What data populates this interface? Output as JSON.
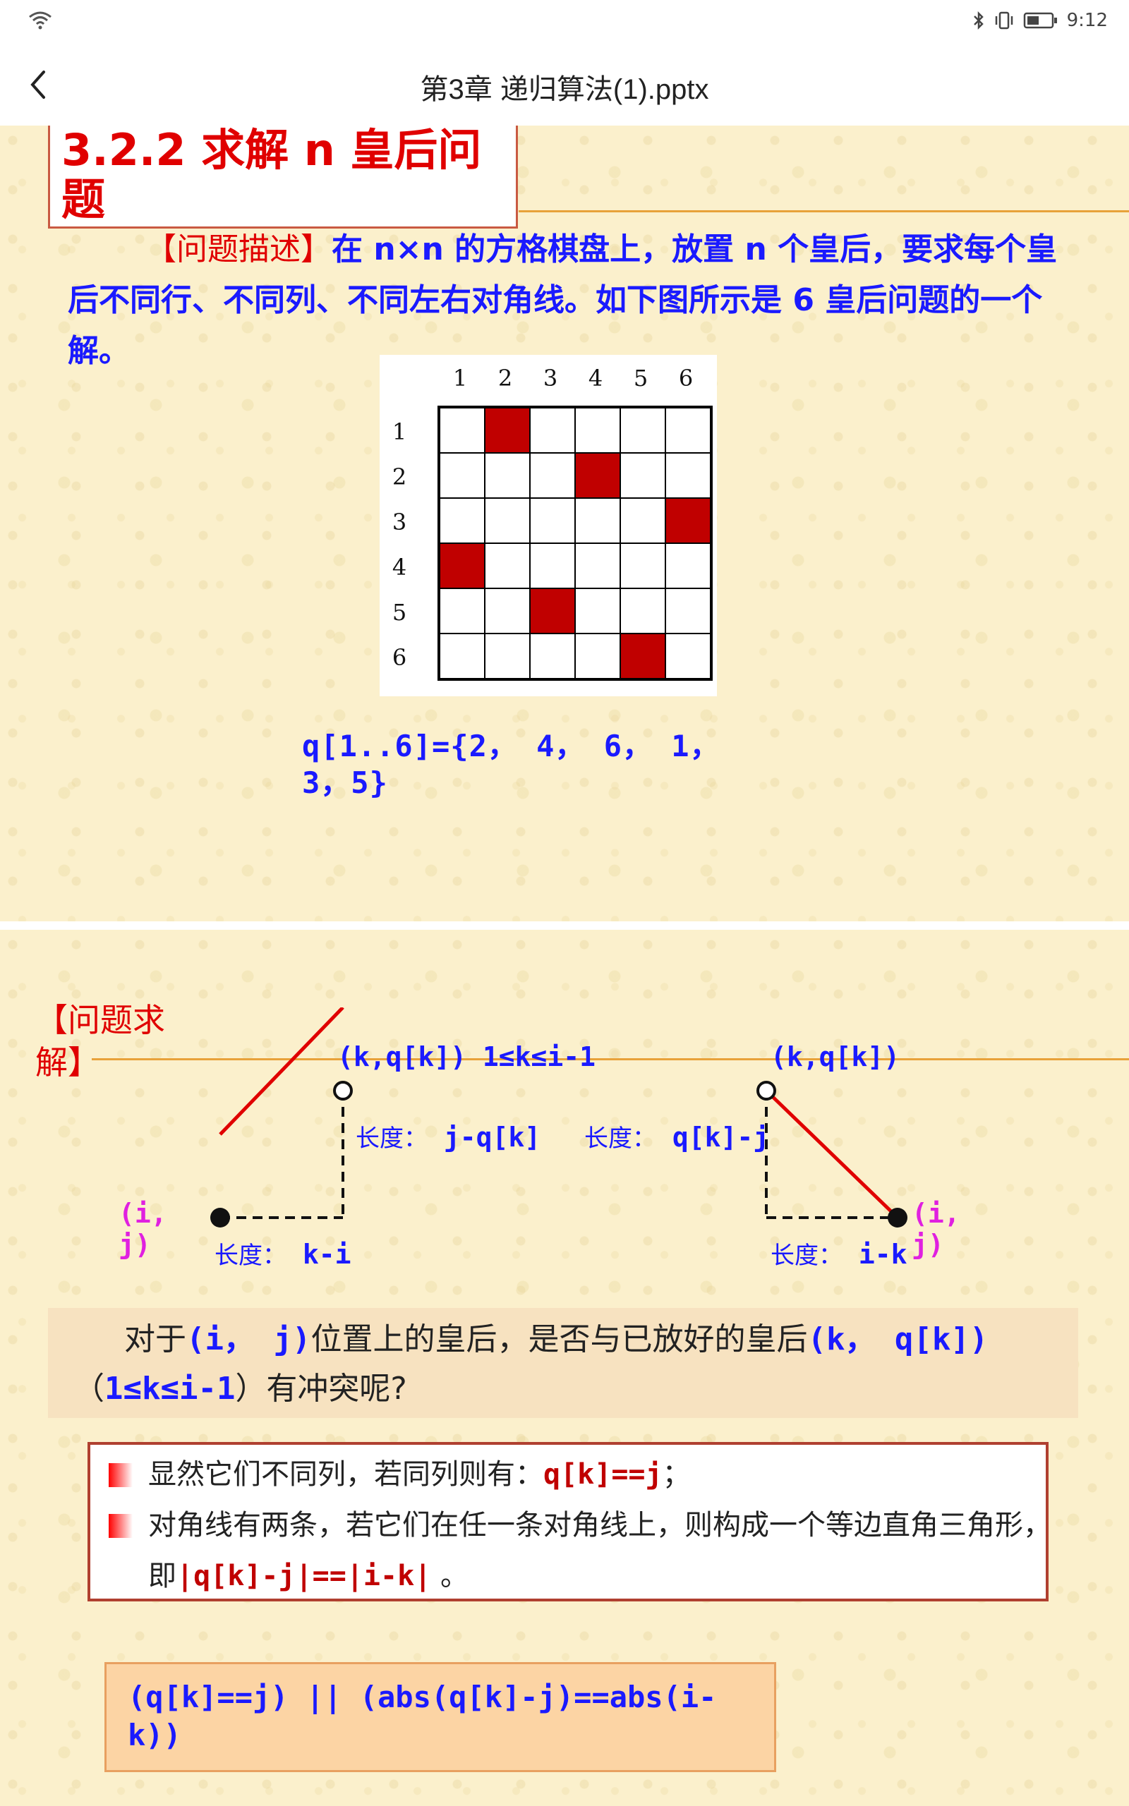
{
  "status_bar": {
    "time": "9:12"
  },
  "header": {
    "title": "第3章 递归算法(1).pptx",
    "back_icon": "chevron-left-icon"
  },
  "slide1": {
    "title": "3.2.2  求解 n 皇后问题",
    "description_label": "【问题描述】",
    "description_text": "在 n×n 的方格棋盘上，放置 n 个皇后，要求每个皇后不同行、不同列、不同左右对角线。如下图所示是 6 皇后问题的一个解。",
    "board": {
      "col_labels": [
        "1",
        "2",
        "3",
        "4",
        "5",
        "6"
      ],
      "row_labels": [
        "1",
        "2",
        "3",
        "4",
        "5",
        "6"
      ],
      "queens": [
        2,
        4,
        6,
        1,
        3,
        5
      ]
    },
    "solution": "q[1..6]={2， 4， 6， 1， 3，5}"
  },
  "slide2": {
    "section_label": "【问题求解】",
    "diagram": {
      "left_top_label": "(k,q[k]) 1≤k≤i-1",
      "left_vertical_label_cn": "长度：",
      "left_vertical_label_code": "j-q[k]",
      "left_point_label": "(i,j)",
      "left_horizontal_label_cn": "长度：",
      "left_horizontal_label_code": "k-i",
      "right_top_label": "(k,q[k])",
      "right_vertical_label_cn": "长度：",
      "right_vertical_label_code": "q[k]-j",
      "right_point_label": "(i,j)",
      "right_horizontal_label_cn": "长度：",
      "right_horizontal_label_code": "i-k"
    },
    "question": {
      "p1": "对于",
      "c1": "(i， j)",
      "p2": "位置上的皇后，是否与已放好的皇后",
      "c2": "(k， q[k])",
      "p3": "（",
      "c3": "1≤k≤i-1",
      "p4": "）有冲突呢?"
    },
    "rules": [
      {
        "text": "显然它们不同列，若同列则有：",
        "code": "q[k]==j",
        "tail": "；"
      },
      {
        "text": "对角线有两条，若它们在任一条对角线上，则构成一个等边直角三角形，即",
        "code": "|q[k]-j|==|i-k|",
        "tail": "。"
      }
    ],
    "formula": "(q[k]==j) || (abs(q[k]-j)==abs(i-k))"
  },
  "colors": {
    "accent_red": "#e00000",
    "code_blue": "#1a1aff",
    "queen": "#c00000",
    "magenta": "#e020e0"
  }
}
